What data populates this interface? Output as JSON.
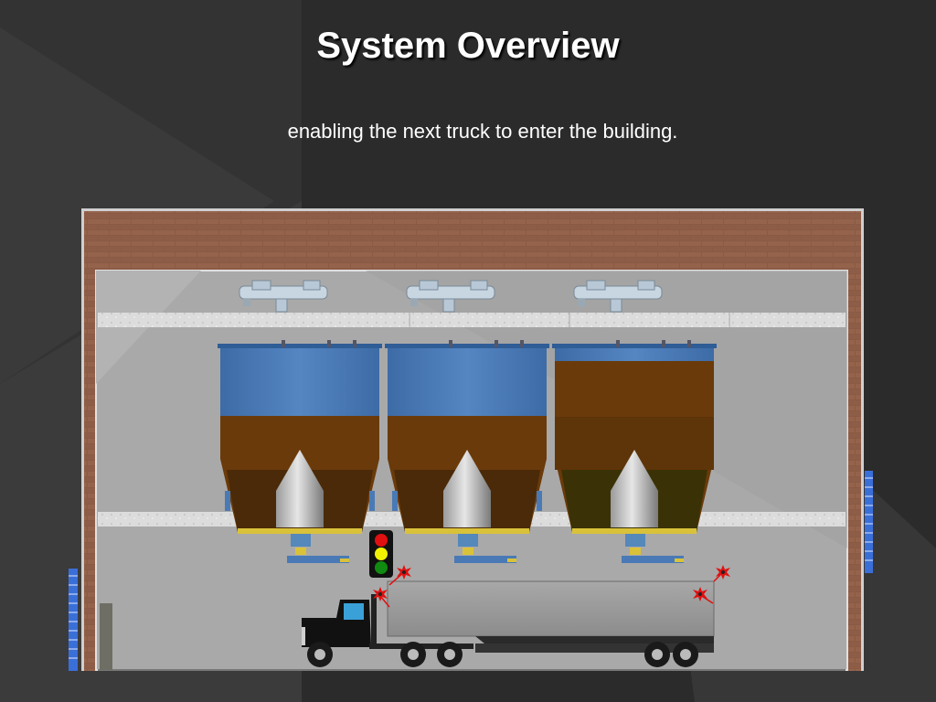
{
  "slide": {
    "title": "System Overview",
    "subtitle": "enabling the next truck to enter the building."
  },
  "diagram": {
    "silos": [
      {
        "fill_levels": [
          "empty",
          "brown",
          "dark-brown"
        ]
      },
      {
        "fill_levels": [
          "empty",
          "brown",
          "dark-brown"
        ]
      },
      {
        "fill_levels": [
          "brown",
          "brown",
          "olive"
        ]
      }
    ],
    "traffic_light": {
      "lamps": [
        "red",
        "yellow",
        "green"
      ]
    },
    "colors": {
      "brick": "#8a5a44",
      "silo_blue": "#4a7ab5",
      "material_brown": "#6b3a0a",
      "material_dark": "#4a2a08",
      "material_olive": "#3a3206",
      "truck_cab": "#111111",
      "trailer": "#9a9a9a",
      "sensor_red": "#e01010"
    }
  }
}
